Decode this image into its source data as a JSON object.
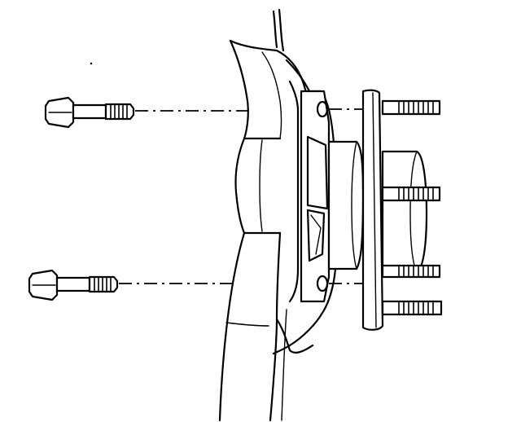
{
  "figure": {
    "colors": {
      "ink": "#000000",
      "paper": "#ffffff"
    },
    "parts": [
      "upper-bolt-icon",
      "lower-bolt-icon",
      "steering-knuckle",
      "brake-backing-plate",
      "wheel-hub-bearing-assembly",
      "wheel-stud-icon"
    ]
  }
}
